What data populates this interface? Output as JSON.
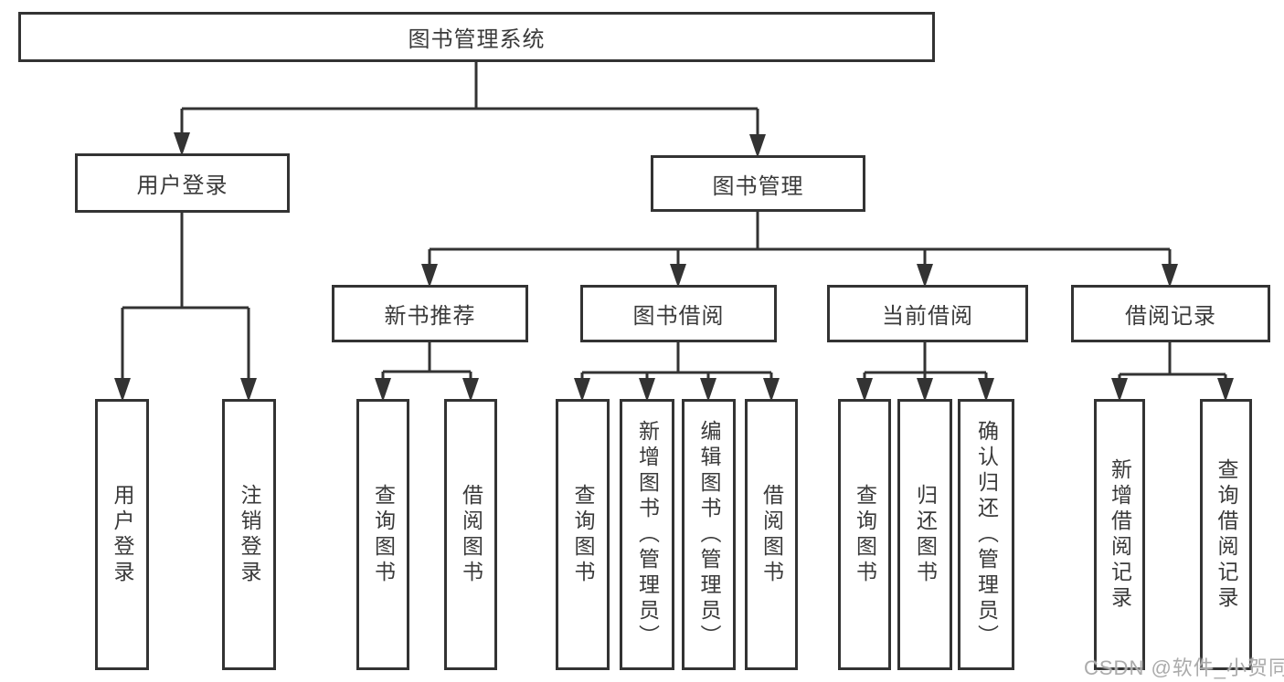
{
  "diagram": {
    "colors": {
      "line": "#333333",
      "box_border": "#333333",
      "text": "#3a3a3a",
      "background": "#ffffff",
      "watermark": "#ababab"
    },
    "nodes": {
      "root": "图书管理系统",
      "user_login": "用户登录",
      "book_mgmt": "图书管理",
      "new_books": "新书推荐",
      "book_borrow": "图书借阅",
      "current_borrow": "当前借阅",
      "borrow_records": "借阅记录",
      "leaf_user_login": "用户登录",
      "leaf_logout": "注销登录",
      "leaf_nb_query": "查询图书",
      "leaf_nb_borrow": "借阅图书",
      "leaf_bb_query": "查询图书",
      "leaf_bb_add": "新增图书（管理员）",
      "leaf_bb_edit": "编辑图书（管理员）",
      "leaf_bb_borrow": "借阅图书",
      "leaf_cb_query": "查询图书",
      "leaf_cb_return": "归还图书",
      "leaf_cb_confirm": "确认归还（管理员）",
      "leaf_br_add": "新增借阅记录",
      "leaf_br_query": "查询借阅记录"
    },
    "watermark": "CSDN @软件_小贺同学"
  }
}
